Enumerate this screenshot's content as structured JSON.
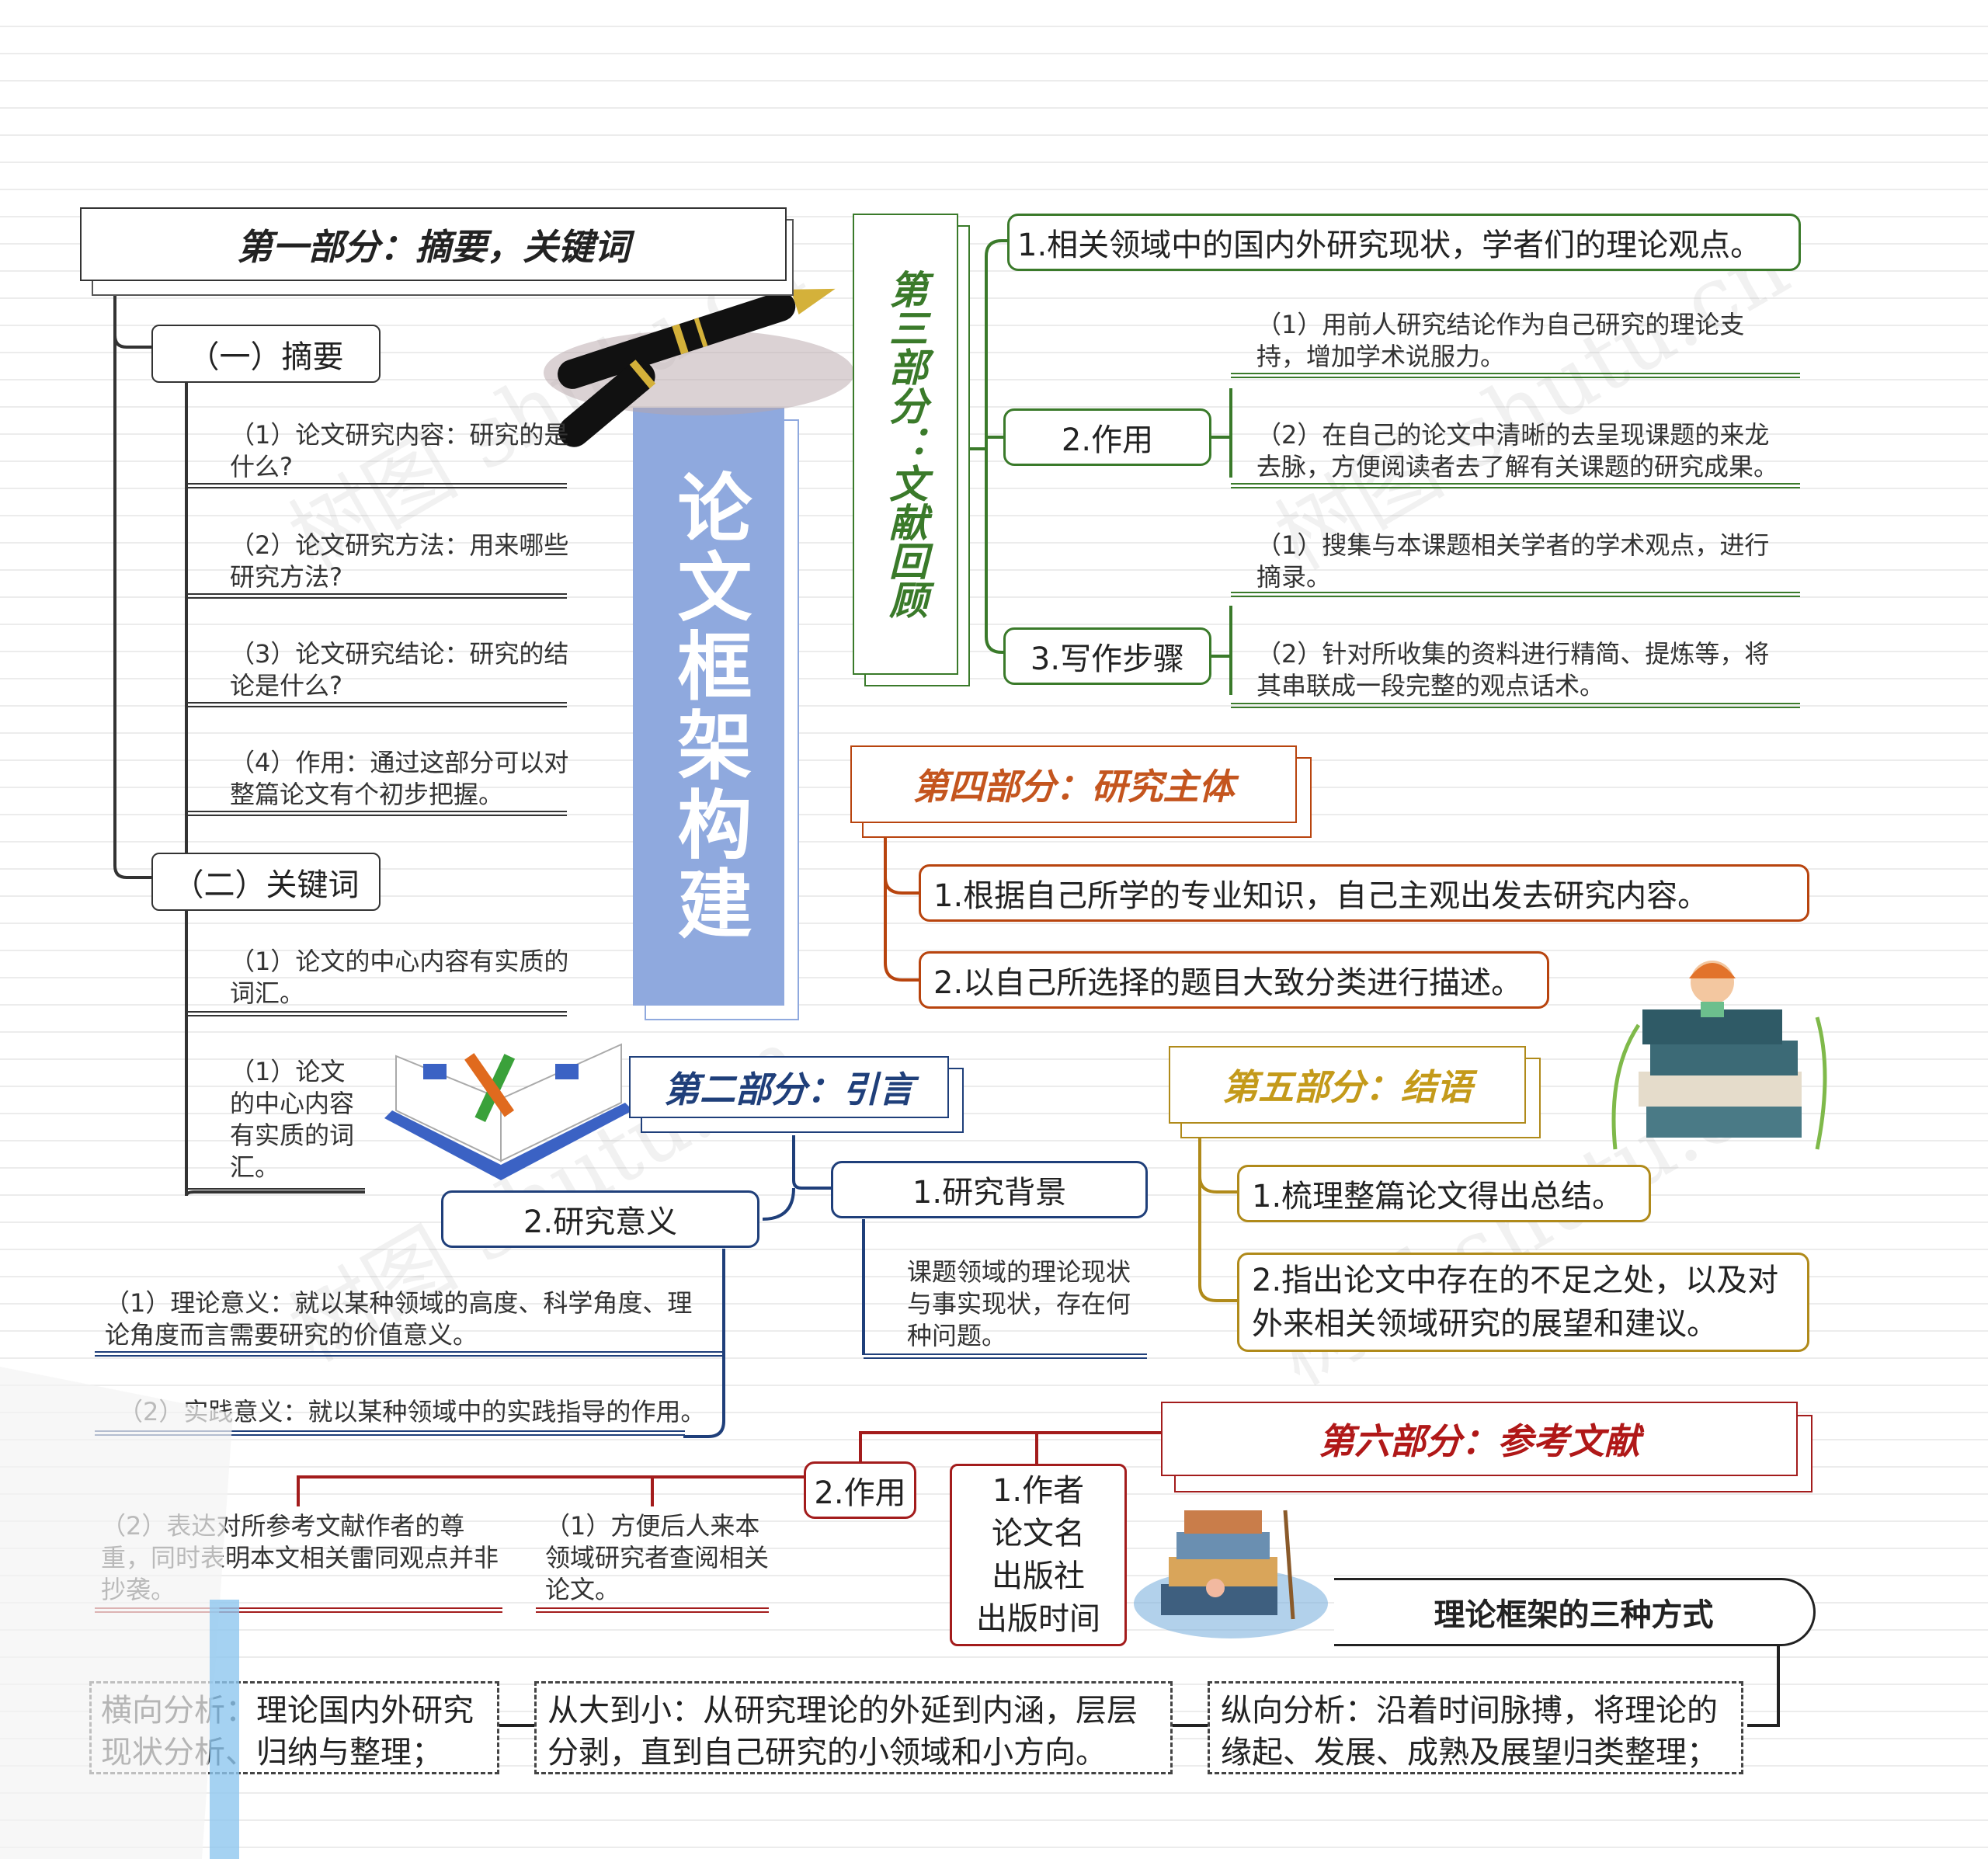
{
  "center_title": "论文框架构建",
  "watermark": "树图 shutu.cn",
  "part1": {
    "title": "第一部分：摘要，关键词",
    "abstract": {
      "label": "（一）摘要",
      "items": [
        "（1）论文研究内容：研究的是什么?",
        "（2）论文研究方法：用来哪些研究方法?",
        "（3）论文研究结论：研究的结论是什么?",
        "（4）作用：通过这部分可以对整篇论文有个初步把握。"
      ]
    },
    "keywords": {
      "label": "（二）关键词",
      "items": [
        "（1）论文的中心内容有实质的词汇。",
        "（1）论文的中心内容有实质的词汇。"
      ]
    }
  },
  "part2": {
    "title": "第二部分：引言",
    "background": {
      "label": "1.研究背景",
      "text": "课题领域的理论现状与事实现状，存在何种问题。"
    },
    "significance": {
      "label": "2.研究意义",
      "items": [
        "（1）理论意义：就以某种领域的高度、科学角度、理论角度而言需要研究的价值意义。",
        "（2）实践意义：就以某种领域中的实践指导的作用。"
      ]
    }
  },
  "part3": {
    "title": "第三部分：文献回顾",
    "item1": "1.相关领域中的国内外研究现状，学者们的理论观点。",
    "role": {
      "label": "2.作用",
      "items": [
        "（1）用前人研究结论作为自己研究的理论支持，增加学术说服力。",
        "（2）在自己的论文中清晰的去呈现课题的来龙去脉，方便阅读者去了解有关课题的研究成果。"
      ]
    },
    "steps": {
      "label": "3.写作步骤",
      "items": [
        "（1）搜集与本课题相关学者的学术观点，进行摘录。",
        "（2）针对所收集的资料进行精简、提炼等，将其串联成一段完整的观点话术。"
      ]
    }
  },
  "part4": {
    "title": "第四部分：研究主体",
    "items": [
      "1.根据自己所学的专业知识，自己主观出发去研究内容。",
      "2.以自己所选择的题目大致分类进行描述。"
    ]
  },
  "part5": {
    "title": "第五部分：结语",
    "items": [
      "1.梳理整篇论文得出总结。",
      "2.指出论文中存在的不足之处，以及对外来相关领域研究的展望和建议。"
    ]
  },
  "part6": {
    "title": "第六部分：参考文献",
    "author_box": [
      "1.作者",
      "论文名",
      "出版社",
      "出版时间"
    ],
    "role": {
      "label": "2.作用",
      "items": [
        "（1）方便后人来本领域研究者查阅相关论文。",
        "（2）表达对所参考文献作者的尊重，同时表明本文相关雷同观点并非抄袭。"
      ]
    }
  },
  "framework": {
    "title": "理论框架的三种方式",
    "items": [
      "横向分析：理论国内外研究现状分析、归纳与整理；",
      "从大到小：从研究理论的外延到内涵，层层分剥，直到自己研究的小领域和小方向。",
      "纵向分析：沿着时间脉搏，将理论的缘起、发展、成熟及展望归类整理；"
    ]
  },
  "colors": {
    "part1": "#333333",
    "part2": "#1f3f7a",
    "part3": "#3a7a2a",
    "part4": "#b8440e",
    "part5": "#b08a1a",
    "part6": "#a31c1c",
    "center": "#8fa9de"
  }
}
